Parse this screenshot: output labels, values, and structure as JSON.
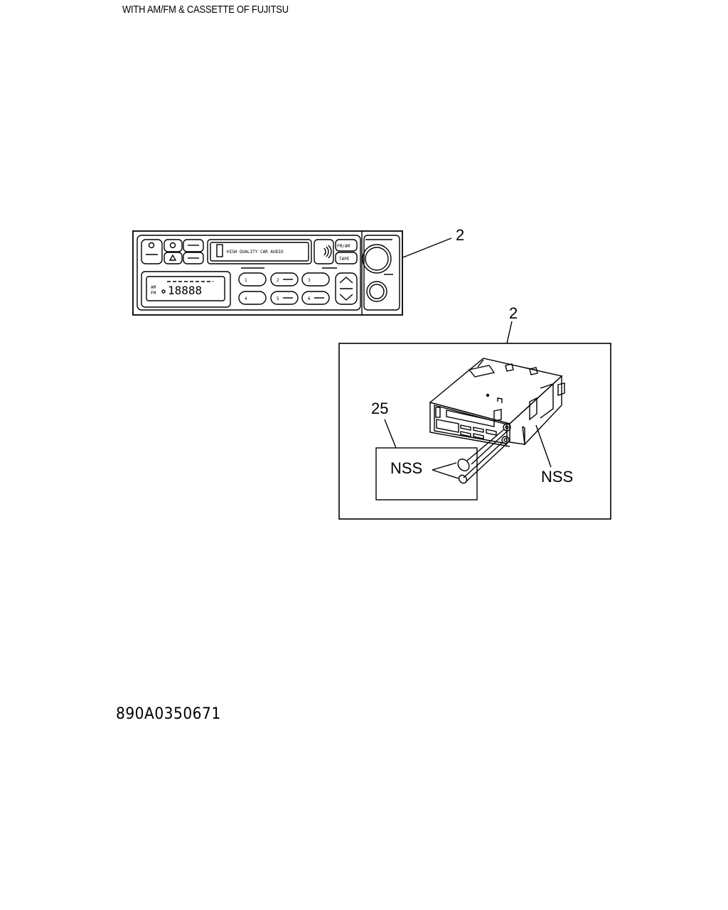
{
  "header": {
    "title": "WITH AM/FM & CASSETTE OF FUJITSU"
  },
  "callouts": {
    "front_view_part": "2",
    "side_view_part": "2",
    "knob_part": "25",
    "knob_note": "NSS",
    "unit_note": "NSS"
  },
  "radio_face": {
    "cassette_label": "HIGH QUALITY CAR AUDIO",
    "fm_am_button": "FM/AM",
    "tape_button": "TAPE",
    "band_am": "AM",
    "band_fm": "FM",
    "frequency_display": "18888",
    "preset_1": "1",
    "preset_2": "2",
    "preset_3": "3",
    "preset_4": "4",
    "preset_5": "5",
    "preset_6": "6"
  },
  "footer": {
    "catalog_code": "890A0350671"
  }
}
